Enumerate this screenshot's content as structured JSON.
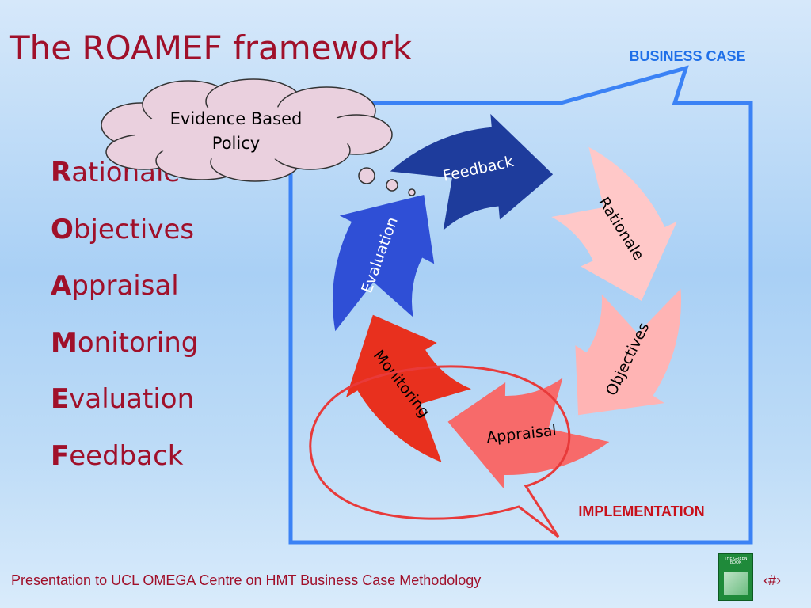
{
  "title": "The ROAMEF framework",
  "acronym": [
    {
      "letter": "R",
      "rest": "ationale"
    },
    {
      "letter": "O",
      "rest": "bjectives"
    },
    {
      "letter": "A",
      "rest": "ppraisal"
    },
    {
      "letter": "M",
      "rest": "onitoring"
    },
    {
      "letter": "E",
      "rest": "valuation"
    },
    {
      "letter": "F",
      "rest": "eedback"
    }
  ],
  "cloud": {
    "line1": "Evidence Based",
    "line2": "Policy"
  },
  "callouts": {
    "business_case": "BUSINESS CASE",
    "implementation": "IMPLEMENTATION"
  },
  "cycle": [
    {
      "label": "Rationale",
      "color": "#ffc8c8"
    },
    {
      "label": "Objectives",
      "color": "#ffb4b4"
    },
    {
      "label": "Appraisal",
      "color": "#f76a6a"
    },
    {
      "label": "Monitoring",
      "color": "#e8301e"
    },
    {
      "label": "Evaluation",
      "color": "#2f4fd6"
    },
    {
      "label": "Feedback",
      "color": "#1e3c9c"
    }
  ],
  "colors": {
    "title_text": "#a0102a",
    "business_case_frame": "#3b82f5",
    "business_case_text": "#1f6fe8",
    "implementation_frame": "#e83a3a",
    "implementation_text": "#c8101a",
    "cloud_fill": "#ead0de"
  },
  "footer": "Presentation to UCL OMEGA Centre on HMT Business Case Methodology",
  "page_number": "‹#›",
  "book_cover": {
    "title": "THE GREEN BOOK"
  }
}
